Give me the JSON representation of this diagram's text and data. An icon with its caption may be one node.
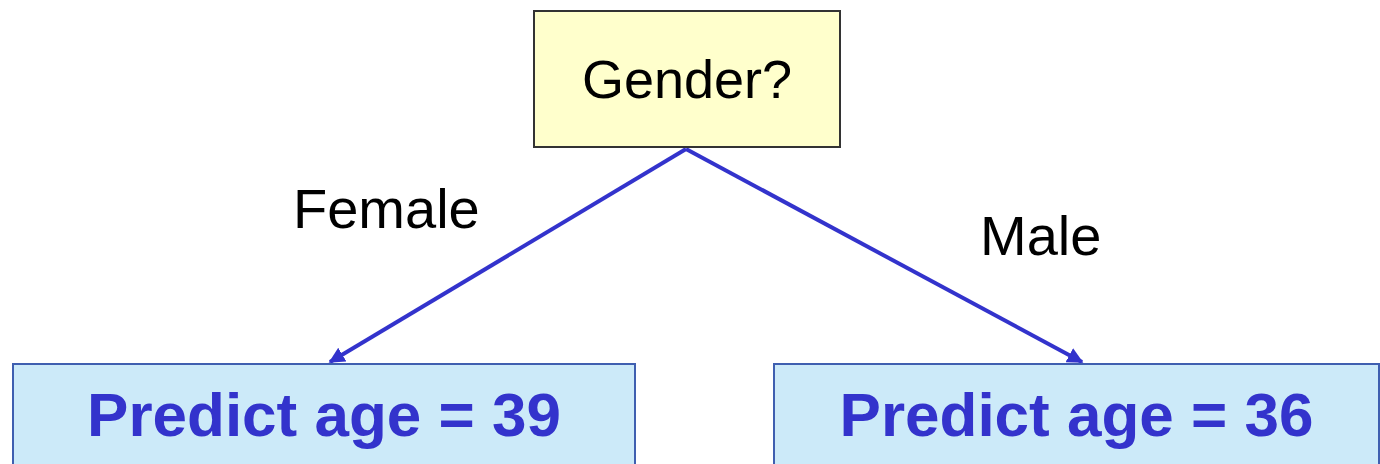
{
  "diagram": {
    "nodes": [
      {
        "text": [
          "Gender?"
        ]
      },
      {
        "text": [
          "Predict age = 39"
        ]
      },
      {
        "text": [
          "Predict age = 36"
        ]
      }
    ],
    "edges": [
      {
        "from": 0,
        "to": 1,
        "arrow": "to",
        "label": "Female"
      },
      {
        "from": 0,
        "to": 2,
        "arrow": "to",
        "label": "Male"
      }
    ]
  }
}
